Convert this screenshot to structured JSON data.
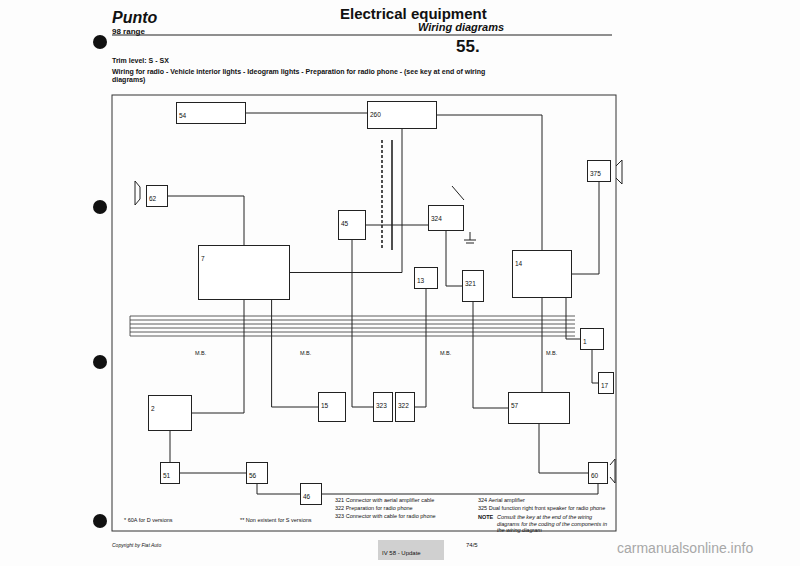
{
  "diagram": {
    "title": "Electrical equipment",
    "nodes": [
      {
        "text": [
          "260"
        ]
      },
      {
        "text": [
          "54"
        ]
      },
      {
        "text": [
          "62"
        ]
      },
      {
        "text": [
          "324"
        ]
      },
      {
        "text": [
          "45"
        ]
      },
      {
        "text": [
          "375"
        ]
      },
      {
        "text": [
          "7"
        ]
      },
      {
        "text": [
          "13"
        ]
      },
      {
        "text": [
          "321"
        ]
      },
      {
        "text": [
          "14"
        ]
      },
      {
        "text": [
          "1"
        ]
      },
      {
        "text": [
          "17"
        ]
      },
      {
        "text": [
          "2"
        ]
      },
      {
        "text": [
          "15"
        ]
      },
      {
        "text": [
          "323"
        ]
      },
      {
        "text": [
          "322"
        ]
      },
      {
        "text": [
          "57"
        ]
      },
      {
        "text": [
          "51"
        ]
      },
      {
        "text": [
          "56"
        ]
      },
      {
        "text": [
          "46"
        ]
      },
      {
        "text": [
          "60"
        ]
      },
      {
        "text": [
          "IV 58 - Update"
        ]
      }
    ],
    "edges": [
      {
        "from": 1,
        "to": 0,
        "arrow": "none"
      },
      {
        "from": 0,
        "to": 9,
        "arrow": "none"
      },
      {
        "from": 0,
        "to": 6,
        "arrow": "none"
      },
      {
        "from": 4,
        "to": 3,
        "arrow": "none"
      },
      {
        "from": 3,
        "to": 8,
        "arrow": "none"
      },
      {
        "from": 2,
        "to": 6,
        "arrow": "none"
      },
      {
        "from": 5,
        "to": 9,
        "arrow": "none"
      },
      {
        "from": 6,
        "to": 12,
        "arrow": "none"
      },
      {
        "from": 6,
        "to": 13,
        "arrow": "none"
      },
      {
        "from": 7,
        "to": 15,
        "arrow": "none"
      },
      {
        "from": 4,
        "to": 14,
        "arrow": "none"
      },
      {
        "from": 9,
        "to": 16,
        "arrow": "none"
      },
      {
        "from": 9,
        "to": 10,
        "arrow": "none"
      },
      {
        "from": 10,
        "to": 11,
        "arrow": "none"
      },
      {
        "from": 12,
        "to": 17,
        "arrow": "none"
      },
      {
        "from": 17,
        "to": 18,
        "arrow": "none"
      },
      {
        "from": 18,
        "to": 19,
        "arrow": "none"
      },
      {
        "from": 16,
        "to": 20,
        "arrow": "none"
      },
      {
        "from": 19,
        "to": 20,
        "arrow": "none"
      },
      {
        "from": 8,
        "to": 16,
        "arrow": "none"
      }
    ],
    "labels": [
      "Punto",
      "98 range",
      "Wiring diagrams",
      "55.",
      "Trim level: S - SX",
      "Wiring for radio - Vehicle interior lights - Ideogram lights - Preparation for radio phone - (see key at end of wiring diagrams)",
      "321 Connector with aerial amplifier cable",
      "322 Preparation for radio phone",
      "323 Connector with cable for radio phone",
      "324 Aerial amplifier",
      "325 Dual function right front speaker for radio phone",
      "NOTE",
      "Consult the key at the end of the wiring diagrams for the coding of the components in the wiring diagram",
      "* 60A for D versions",
      "** Non existent for S versions",
      "Copyright by Fiat Auto",
      "74/5",
      "carmanualsonline.info",
      "M.B.",
      "M.B.",
      "M.B.",
      "M.B."
    ]
  }
}
